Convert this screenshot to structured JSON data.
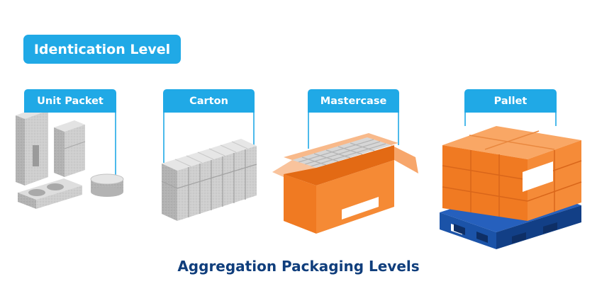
{
  "level_badge": "Identication Level",
  "levels": [
    {
      "label": "Unit Packet",
      "icon": "unit-packet-icon"
    },
    {
      "label": "Carton",
      "icon": "carton-icon"
    },
    {
      "label": "Mastercase",
      "icon": "mastercase-icon"
    },
    {
      "label": "Pallet",
      "icon": "pallet-icon"
    }
  ],
  "caption": "Aggregation Packaging Levels",
  "colors": {
    "badge_blue": "#20a9e6",
    "caption_navy": "#103e7c",
    "box_orange": "#f47b20",
    "pallet_blue": "#1b53a8",
    "packet_gray": "#c9c9c9"
  }
}
